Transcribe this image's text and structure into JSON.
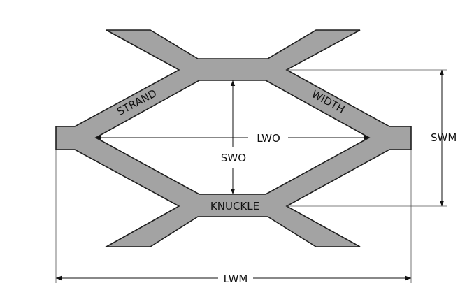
{
  "colors": {
    "metal_fill": "#a3a3a3",
    "metal_stroke": "#1e1e1e",
    "dimension_line": "#111111",
    "extension_line": "#555555"
  },
  "labels": {
    "strand": "STRAND",
    "width": "WIDTH",
    "knuckle": "KNUCKLE",
    "lwo": "LWO",
    "swo": "SWO",
    "swm": "SWM",
    "lwm": "LWM"
  }
}
